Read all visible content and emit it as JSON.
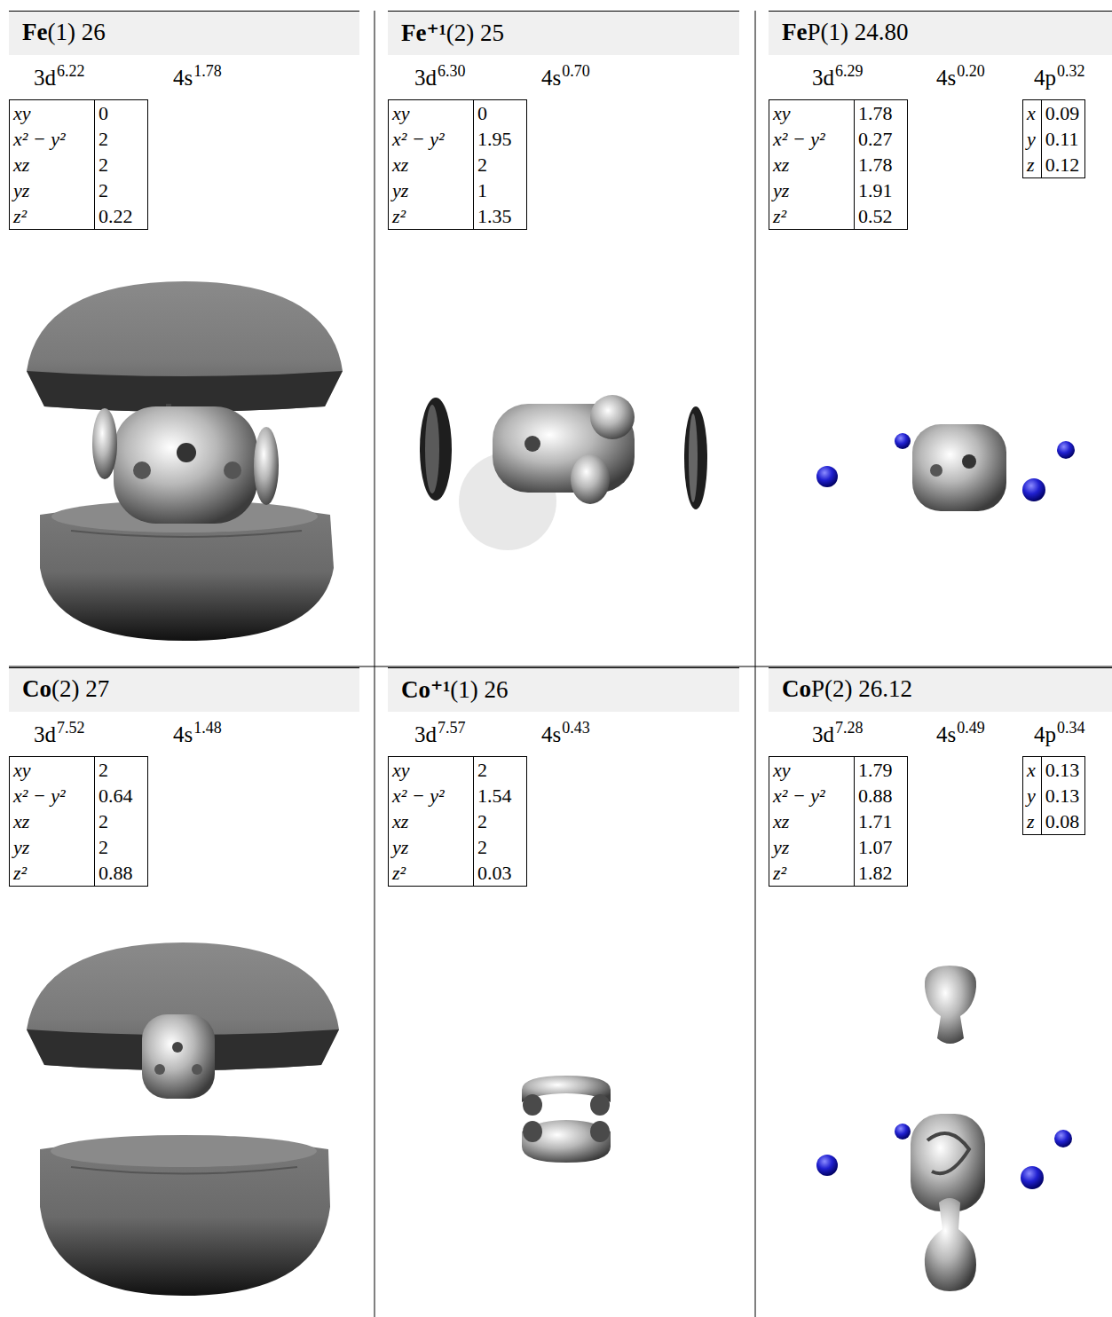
{
  "diagram": {
    "nodes": [
      {
        "text": [
          "Fe",
          "(1) 26"
        ]
      },
      {
        "text": [
          "Fe⁺¹",
          "(2) 25"
        ]
      },
      {
        "text": [
          "Fe",
          "P(1) 24.80"
        ]
      },
      {
        "text": [
          "Co",
          "(2) 27"
        ]
      },
      {
        "text": [
          "Co⁺¹",
          "(1) 26"
        ]
      },
      {
        "text": [
          "Co",
          "P(2) 26.12"
        ]
      }
    ],
    "labels": [
      "3d",
      "6.22",
      "4s",
      "1.78",
      "xy",
      "0",
      "x² − y²",
      "2",
      "xz",
      "2",
      "yz",
      "2",
      "z²",
      "0.22",
      "3d",
      "6.30",
      "4s",
      "0.70",
      "xy",
      "0",
      "x² − y²",
      "1.95",
      "xz",
      "2",
      "yz",
      "1",
      "z²",
      "1.35",
      "3d",
      "6.29",
      "4s",
      "0.20",
      "4p",
      "0.32",
      "xy",
      "1.78",
      "x² − y²",
      "0.27",
      "xz",
      "1.78",
      "yz",
      "1.91",
      "z²",
      "0.52",
      "x",
      "0.09",
      "y",
      "0.11",
      "z",
      "0.12",
      "3d",
      "7.52",
      "4s",
      "1.48",
      "xy",
      "2",
      "x² − y²",
      "0.64",
      "xz",
      "2",
      "yz",
      "2",
      "z²",
      "0.88",
      "3d",
      "7.57",
      "4s",
      "0.43",
      "xy",
      "2",
      "x² − y²",
      "1.54",
      "xz",
      "2",
      "yz",
      "2",
      "z²",
      "0.03",
      "3d",
      "7.28",
      "4s",
      "0.49",
      "4p",
      "0.34",
      "xy",
      "1.79",
      "x² − y²",
      "0.88",
      "xz",
      "1.71",
      "yz",
      "1.07",
      "z²",
      "1.82",
      "x",
      "0.13",
      "y",
      "0.13",
      "z",
      "0.08"
    ]
  }
}
